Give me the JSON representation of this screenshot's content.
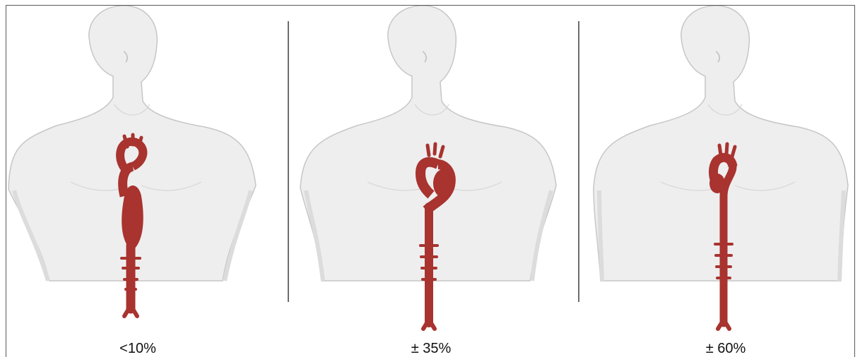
{
  "colors": {
    "skin": "#eeeeee",
    "skin_outline": "#c6c6c6",
    "skin_shadow": "#dcdcdc",
    "aorta": "#a8332f",
    "aorta_dark": "#7e2421",
    "divider": "#6d6d6d",
    "frame": "#5a5a5a"
  },
  "panels": [
    {
      "label": "<10%",
      "aneurysm": "abdominal"
    },
    {
      "label": "± 35%",
      "aneurysm": "arch"
    },
    {
      "label": "± 60%",
      "aneurysm": "arch-mild"
    }
  ]
}
